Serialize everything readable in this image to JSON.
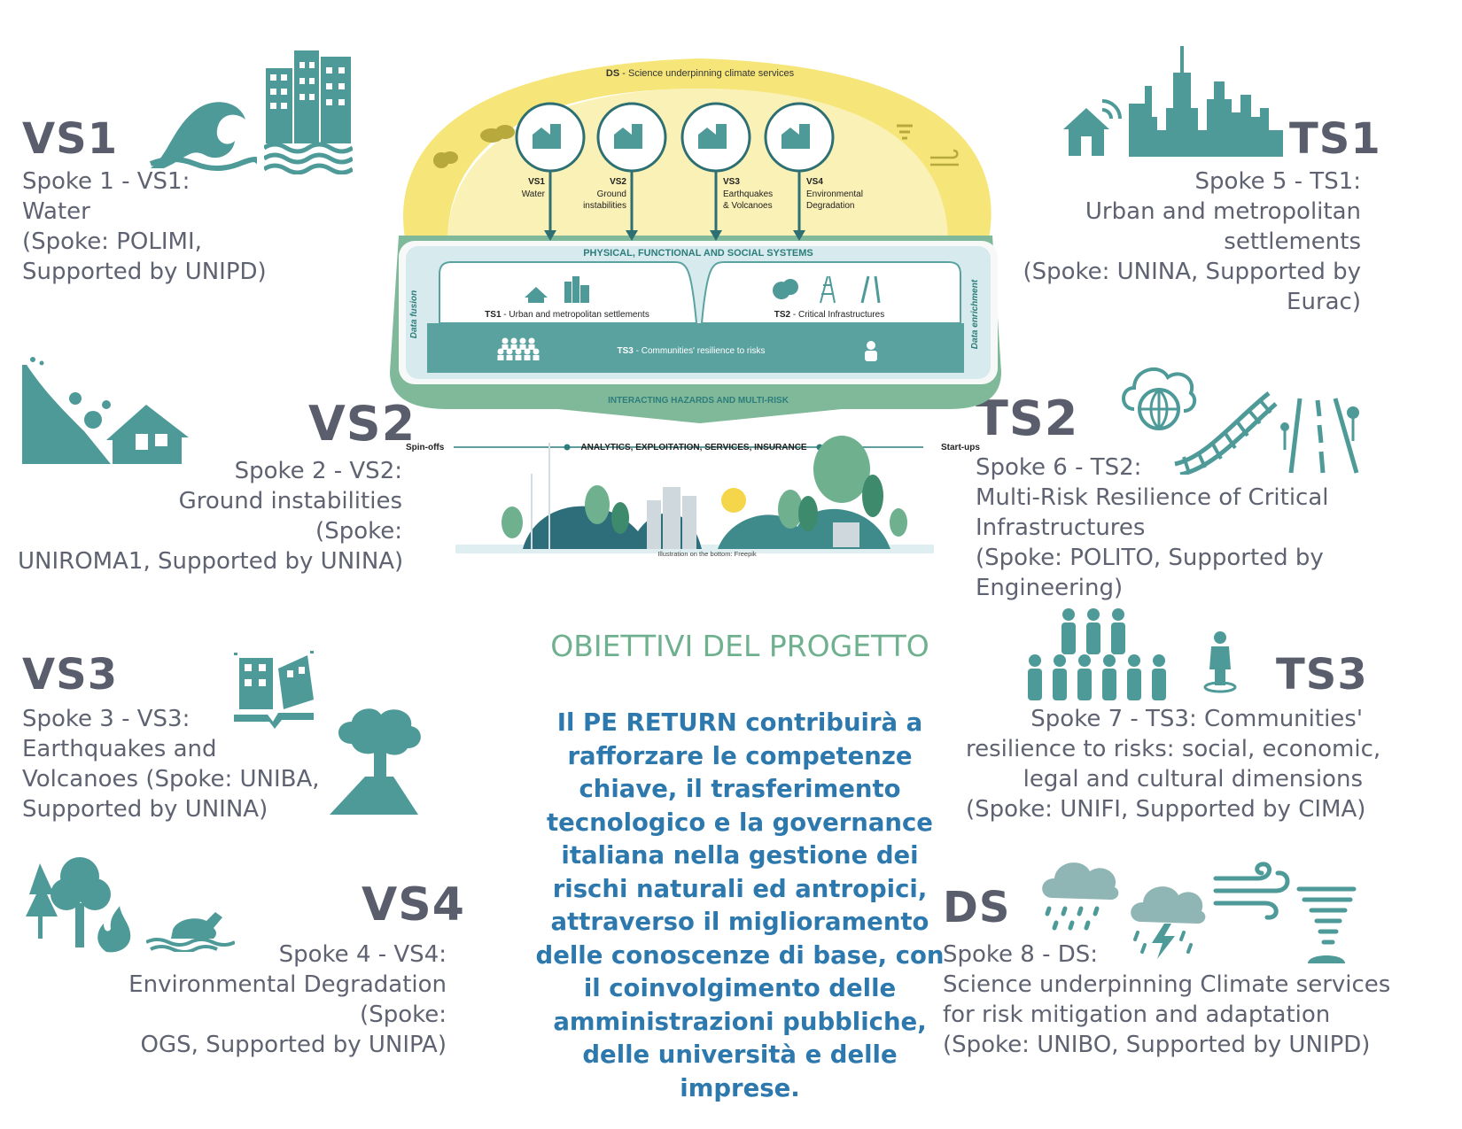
{
  "colors": {
    "teal": "#4e9a98",
    "yellow": "#f6e67a",
    "green": "#7fb99a",
    "panel": "#d7eaee",
    "blue_text": "#2d78ad",
    "title_green": "#6fb08f"
  },
  "spokes": {
    "vs1": {
      "code": "VS1",
      "lines": [
        "Spoke 1 - VS1:",
        "Water",
        "(Spoke: POLIMI,",
        "Supported by UNIPD)"
      ],
      "icons": [
        "wave-icon",
        "flooded-buildings-icon"
      ]
    },
    "vs2": {
      "code": "VS2",
      "lines": [
        "Spoke 2 - VS2:",
        "Ground instabilities",
        "(Spoke:",
        "UNIROMA1, Supported by UNINA)"
      ],
      "icons": [
        "landslide-icon"
      ]
    },
    "vs3": {
      "code": "VS3",
      "lines": [
        "Spoke 3 - VS3:",
        "Earthquakes and",
        "Volcanoes (Spoke: UNIBA,",
        "Supported by UNINA)"
      ],
      "icons": [
        "earthquake-icon",
        "volcano-icon"
      ]
    },
    "vs4": {
      "code": "VS4",
      "lines": [
        "Spoke 4 - VS4:",
        "Environmental Degradation",
        "(Spoke:",
        "OGS, Supported by UNIPA)"
      ],
      "icons": [
        "forest-fire-icon",
        "water-pollution-icon"
      ]
    },
    "ts1": {
      "code": "TS1",
      "lines": [
        "Spoke 5 - TS1:",
        "Urban and metropolitan",
        "settlements",
        "(Spoke: UNINA, Supported by",
        "Eurac)"
      ],
      "icons": [
        "smart-home-icon",
        "city-skyline-icon"
      ]
    },
    "ts2": {
      "code": "TS2",
      "lines": [
        "Spoke 6 - TS2:",
        "Multi-Risk Resilience of Critical",
        "Infrastructures",
        "(Spoke: POLITO, Supported by",
        "Engineering)"
      ],
      "icons": [
        "cloud-network-icon",
        "railway-icon",
        "road-icon"
      ]
    },
    "ts3": {
      "code": "TS3",
      "lines": [
        "Spoke 7 - TS3: Communities'",
        "resilience to risks: social, economic,",
        "legal and cultural dimensions",
        "(Spoke: UNIFI, Supported by CIMA)"
      ],
      "icons": [
        "people-group-icon",
        "person-icon"
      ]
    },
    "ds": {
      "code": "DS",
      "lines": [
        "Spoke 8 - DS:",
        "Science underpinning Climate services",
        "for risk mitigation and adaptation",
        "(Spoke: UNIBO, Supported by UNIPD)"
      ],
      "icons": [
        "rain-cloud-icon",
        "storm-cloud-icon",
        "wind-icon",
        "tornado-icon"
      ]
    }
  },
  "diagram": {
    "ds_label_code": "DS",
    "ds_label_text": " - Science underpinning climate services",
    "circles": [
      {
        "code": "VS1",
        "label": [
          "Water"
        ]
      },
      {
        "code": "VS2",
        "label": [
          "Ground",
          "instabilities"
        ]
      },
      {
        "code": "VS3",
        "label": [
          "Earthquakes",
          "& Volcanoes"
        ]
      },
      {
        "code": "VS4",
        "label": [
          "Environmental",
          "Degradation"
        ]
      }
    ],
    "physical": "PHYSICAL, FUNCTIONAL AND SOCIAL SYSTEMS",
    "data_fusion": "Data fusion",
    "data_enrichment": "Data enrichment",
    "ts1_code": "TS1",
    "ts1_text": " - Urban and metropolitan settlements",
    "ts2_code": "TS2",
    "ts2_text": " - Critical Infrastructures",
    "ts3_code": "TS3",
    "ts3_text": " - Communities' resilience to risks",
    "interacting": "INTERACTING HAZARDS AND MULTI-RISK",
    "spinoffs": "Spin-offs",
    "analytics": "ANALYTICS, EXPLOITATION, SERVICES, INSURANCE",
    "startups": "Start-ups",
    "credit": "Illustration on the bottom: Freepik"
  },
  "objectives": {
    "title": "OBIETTIVI DEL PROGETTO",
    "lines": [
      "Il PE RETURN contribuirà a",
      "rafforzare le competenze",
      "chiave, il trasferimento",
      "tecnologico e la governance",
      "italiana nella gestione dei",
      "rischi naturali ed antropici,",
      "attraverso il miglioramento",
      "delle conoscenze di base, con",
      "il coinvolgimento delle",
      "amministrazioni pubbliche,",
      "delle università e delle",
      "imprese."
    ]
  }
}
